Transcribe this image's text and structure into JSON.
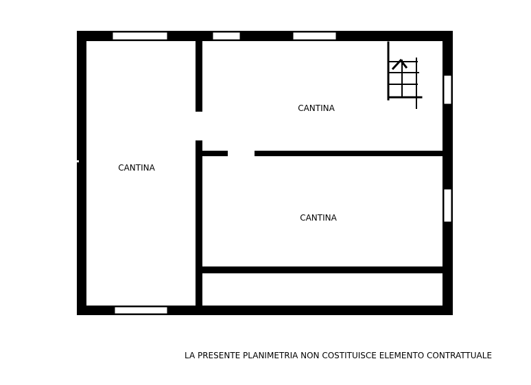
{
  "rooms": [
    {
      "label": "CANTINA"
    },
    {
      "label": "CANTINA"
    },
    {
      "label": "CANTINA"
    }
  ],
  "disclaimer": "LA PRESENTE PLANIMETRIA NON COSTITUISCE ELEMENTO CONTRATTUALE",
  "colors": {
    "wall": "#000000",
    "background": "#ffffff",
    "window": "#ffffff"
  }
}
